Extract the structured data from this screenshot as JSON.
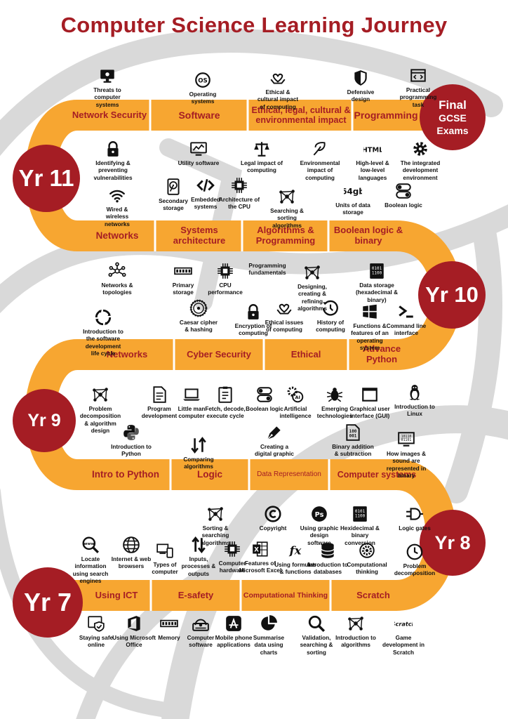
{
  "title": "Computer Science Learning Journey",
  "colors": {
    "road": "#f7a631",
    "maroon": "#a51d24",
    "lane": "#d9d9d9",
    "text": "#111111"
  },
  "years": {
    "y11": "Yr 11",
    "y10": "Yr 10",
    "y9": "Yr 9",
    "y8": "Yr 8",
    "y7": "Yr 7"
  },
  "final": {
    "line1": "Final",
    "line2": "GCSE",
    "line3": "Exams"
  },
  "row1": {
    "segments": [
      "Network Security",
      "Software",
      "Ethical, legal, cultural & environmental impact",
      "Programming"
    ],
    "above": [
      {
        "label": "Threats to computer systems",
        "icon": "monitor-icon"
      },
      {
        "label": "Operating systems",
        "icon": "os-icon"
      },
      {
        "label": "Ethical & cultural impact of computing",
        "icon": "hands-heart-icon"
      },
      {
        "label": "Defensive design",
        "icon": "shield-icon"
      },
      {
        "label": "Practical programming task",
        "icon": "code-window-icon"
      }
    ],
    "below": [
      {
        "label": "Identifying & preventing vulnerabilities",
        "icon": "lock-icon"
      },
      {
        "label": "Utility software",
        "icon": "chart-screen-icon"
      },
      {
        "label": "Legal impact of computing",
        "icon": "scales-icon"
      },
      {
        "label": "Environmental impact of computing",
        "icon": "plug-leaf-icon"
      },
      {
        "label": "High-level & low-level languages",
        "icon": "html-icon",
        "badge": "HTML"
      },
      {
        "label": "The integrated development environment",
        "icon": "gear-icon"
      }
    ]
  },
  "row2": {
    "segments": [
      "Networks",
      "Systems architecture",
      "Algorithms & Programming",
      "Boolean logic & binary"
    ],
    "above": [
      {
        "label": "Wired & wireless networks",
        "icon": "wifi-icon"
      },
      {
        "label": "Secondary storage",
        "icon": "hdd-icon"
      },
      {
        "label": "Embedded systems",
        "icon": "code-tags-icon"
      },
      {
        "label": "Architecture of the CPU",
        "icon": "cpu-icon"
      },
      {
        "label": "Searching & sorting algorithms",
        "icon": "network-icon"
      },
      {
        "label": "Units of data storage",
        "icon": "data-units-icon",
        "badge": "64gb"
      },
      {
        "label": "Boolean logic",
        "icon": "toggle-icon"
      }
    ],
    "below": [
      {
        "label": "Networks & topologies",
        "icon": "topology-icon"
      },
      {
        "label": "Primary storage",
        "icon": "ram-icon"
      },
      {
        "label": "CPU performance",
        "icon": "cpu-icon"
      },
      {
        "label": "Programming fundamentals",
        "icon": "none"
      },
      {
        "label": "Designing, creating & refining algorithms",
        "icon": "network-icon"
      },
      {
        "label": "Data storage (hexadecimal & binary)",
        "icon": "binary-icon"
      }
    ]
  },
  "row3": {
    "segments": [
      "Networks",
      "Cyber Security",
      "Ethical",
      "Advance Python"
    ],
    "above": [
      {
        "label": "Introduction to the software development life cycle",
        "icon": "cycle-icon"
      },
      {
        "label": "Caesar cipher & hashing",
        "icon": "cipher-wheel-icon"
      },
      {
        "label": "Encryption of computing",
        "icon": "lock-icon"
      },
      {
        "label": "Ethical issues of computing",
        "icon": "hands-heart-icon"
      },
      {
        "label": "History of computing",
        "icon": "history-icon"
      },
      {
        "label": "Functions & features of an operating system",
        "icon": "windows-icon"
      },
      {
        "label": "Command line interface",
        "icon": "terminal-icon"
      }
    ],
    "below": [
      {
        "label": "Problem decomposition & algorithm design",
        "icon": "network-icon"
      },
      {
        "label": "Program development",
        "icon": "document-icon"
      },
      {
        "label": "Little man computer",
        "icon": "laptop-icon"
      },
      {
        "label": "Fetch, decode, execute cycle",
        "icon": "checklist-icon"
      },
      {
        "label": "Boolean logic",
        "icon": "toggle-icon"
      },
      {
        "label": "Artificial intelligence",
        "icon": "ai-gear-icon"
      },
      {
        "label": "Emerging technologies",
        "icon": "bug-icon"
      },
      {
        "label": "Graphical user interface (GUI)",
        "icon": "window-icon"
      },
      {
        "label": "Introduction to Linux",
        "icon": "linux-icon"
      }
    ]
  },
  "row4": {
    "segments": [
      "Intro to Python",
      "Logic",
      "Data Representation",
      "Computer systems"
    ],
    "above": [
      {
        "label": "Introduction to Python",
        "icon": "python-icon"
      },
      {
        "label": "Comparing algorithms",
        "icon": "sort-icon"
      },
      {
        "label": "Creating a digital graphic",
        "icon": "pen-icon"
      },
      {
        "label": "Binary addition & subtraction",
        "icon": "binary-doc-icon"
      },
      {
        "label": "How images & sound are represented in binary",
        "icon": "binary-screen-icon"
      }
    ],
    "below": [
      {
        "label": "Sorting & searching algorithms",
        "icon": "network-icon"
      },
      {
        "label": "Copyright",
        "icon": "copyright-icon"
      },
      {
        "label": "Using graphic design software",
        "icon": "ps-icon"
      },
      {
        "label": "Hexidecimal & binary conversion",
        "icon": "binary-icon"
      },
      {
        "label": "Logic gates",
        "icon": "gate-icon"
      }
    ]
  },
  "row5": {
    "segments": [
      "Using ICT",
      "E-safety",
      "Computational Thinking",
      "Scratch"
    ],
    "above": [
      {
        "label": "Locate information using search engines",
        "icon": "search-www-icon"
      },
      {
        "label": "Internet & web browsers",
        "icon": "globe-icon"
      },
      {
        "label": "Types of computer",
        "icon": "devices-icon"
      },
      {
        "label": "Inputs, processes & outputs",
        "icon": "arrows-icon"
      },
      {
        "label": "Computer hardware",
        "icon": "cpu-icon"
      },
      {
        "label": "Features of Microsoft Excel",
        "icon": "excel-icon"
      },
      {
        "label": "Using formulas & functions",
        "icon": "fx-icon"
      },
      {
        "label": "Introduction to databases",
        "icon": "database-icon"
      },
      {
        "label": "Computational thinking",
        "icon": "brain-icon"
      },
      {
        "label": "Problem decomposition",
        "icon": "clock-icon"
      }
    ],
    "below": [
      {
        "label": "Staying safe online",
        "icon": "safe-shield-icon"
      },
      {
        "label": "Using Microsoft Office",
        "icon": "office-icon"
      },
      {
        "label": "Memory",
        "icon": "ram-icon"
      },
      {
        "label": "Computer software",
        "icon": "disc-icon"
      },
      {
        "label": "Mobile phone applications",
        "icon": "app-store-icon"
      },
      {
        "label": "Summarise data using charts",
        "icon": "pie-icon"
      },
      {
        "label": "Validation, searching & sorting",
        "icon": "search-icon"
      },
      {
        "label": "Introduction to algorithms",
        "icon": "network-icon"
      },
      {
        "label": "Game development in Scratch",
        "icon": "scratch-icon",
        "badge": "Scratch"
      }
    ]
  }
}
